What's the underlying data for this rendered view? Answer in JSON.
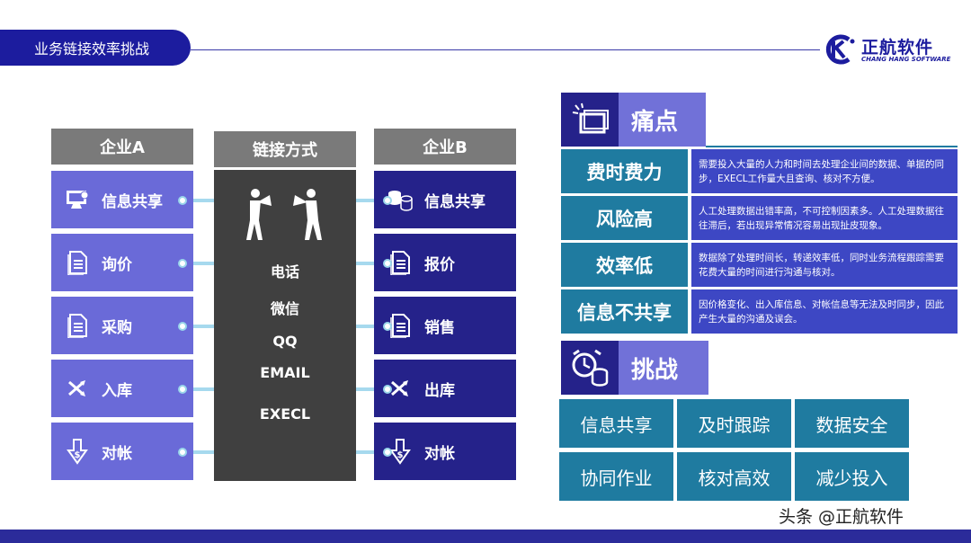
{
  "header": {
    "title": "业务链接效率挑战",
    "logo_cn": "正航软件",
    "logo_en": "CHANG HANG SOFTWARE"
  },
  "colors": {
    "navy": "#25228a",
    "periwinkle": "#6a6ad8",
    "teal": "#1f7ba0",
    "gray": "#7a7a7a"
  },
  "company_a": {
    "heading": "企业A",
    "rows": [
      {
        "label": "信息共享",
        "icon": "share-screen-icon"
      },
      {
        "label": "询价",
        "icon": "document-icon"
      },
      {
        "label": "采购",
        "icon": "document-icon"
      },
      {
        "label": "入库",
        "icon": "shuffle-arrows-icon"
      },
      {
        "label": "对帐",
        "icon": "dollar-down-arrow-icon"
      }
    ]
  },
  "link_methods": {
    "heading": "链接方式",
    "icon": "people-megaphone-icon",
    "items": [
      "电话",
      "微信",
      "QQ",
      "EMAIL",
      "EXECL"
    ]
  },
  "company_b": {
    "heading": "企业B",
    "rows": [
      {
        "label": "信息共享",
        "icon": "database-icon"
      },
      {
        "label": "报价",
        "icon": "document-icon"
      },
      {
        "label": "销售",
        "icon": "document-icon"
      },
      {
        "label": "出库",
        "icon": "shuffle-arrows-icon"
      },
      {
        "label": "对帐",
        "icon": "dollar-down-arrow-icon"
      }
    ]
  },
  "pain_points": {
    "heading": "痛点",
    "icon": "window-sparkle-icon",
    "rows": [
      {
        "label": "费时费力",
        "desc": "需要投入大量的人力和时间去处理企业间的数据、单据的同步，EXECL工作量大且查询、核对不方便。"
      },
      {
        "label": "风险高",
        "desc": "人工处理数据出错率高，不可控制因素多。人工处理数据往往滞后，若出现异常情况容易出现扯皮现象。"
      },
      {
        "label": "效率低",
        "desc": "数据除了处理时间长，转递效率低，同时业务流程跟踪需要花费大量的时间进行沟通与核对。"
      },
      {
        "label": "信息不共享",
        "desc": "因价格变化、出入库信息、对帐信息等无法及时同步，因此产生大量的沟通及误会。"
      }
    ]
  },
  "challenges": {
    "heading": "挑战",
    "icon": "clock-database-icon",
    "items": [
      "信息共享",
      "及时跟踪",
      "数据安全",
      "协同作业",
      "核对高效",
      "减少投入"
    ]
  },
  "watermark": "头条 @正航软件"
}
